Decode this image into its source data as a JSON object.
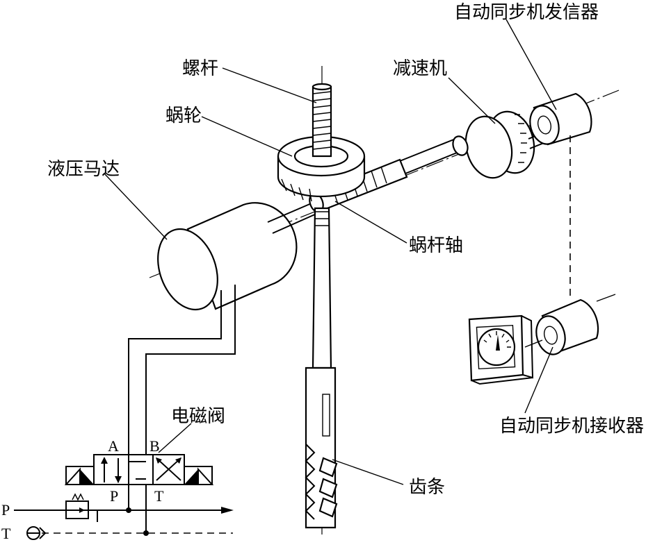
{
  "labels": {
    "screw_rod": "螺杆",
    "worm_wheel": "蜗轮",
    "hydraulic_motor": "液压马达",
    "reducer": "减速机",
    "synchro_transmitter": "自动同步机发信器",
    "worm_shaft": "蜗杆轴",
    "solenoid_valve": "电磁阀",
    "synchro_receiver": "自动同步机接收器",
    "rack": "齿条"
  },
  "ports": {
    "A": "A",
    "B": "B",
    "valve_P": "P",
    "valve_T": "T",
    "supply_P": "P",
    "return_T": "T"
  }
}
